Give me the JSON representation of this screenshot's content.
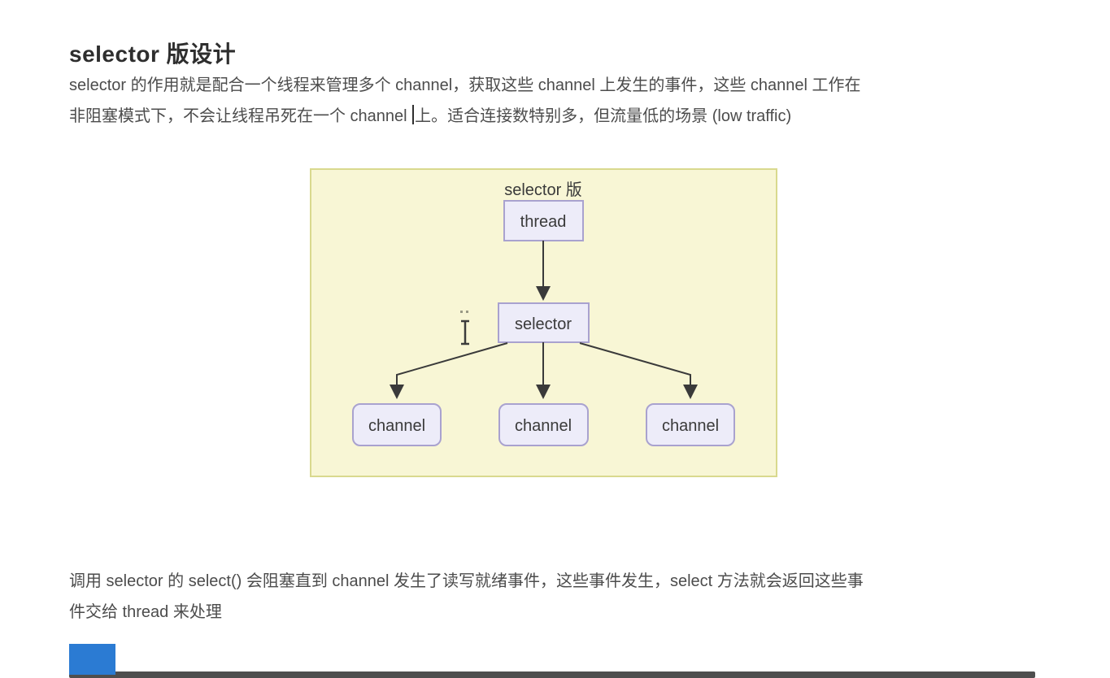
{
  "page": {
    "title": "selector 版设计"
  },
  "intro": {
    "line1": "selector 的作用就是配合一个线程来管理多个 channel，获取这些 channel 上发生的事件，这些 channel 工作在",
    "line2_before_caret": "非阻塞模式下，不会让线程吊死在一个 channel ",
    "line2_after_caret": "上。适合连接数特别多，但流量低的场景 (low traffic)"
  },
  "outro": {
    "line1": "调用 selector 的 select() 会阻塞直到 channel 发生了读写就绪事件，这些事件发生，select 方法就会返回这些事",
    "line2": "件交给 thread 来处理"
  },
  "diagram": {
    "label": "selector 版",
    "nodes": {
      "thread": "thread",
      "selector": "selector",
      "channel1": "channel",
      "channel2": "channel",
      "channel3": "channel"
    },
    "edges": [
      {
        "from": "thread",
        "to": "selector"
      },
      {
        "from": "selector",
        "to": "channel1"
      },
      {
        "from": "selector",
        "to": "channel2"
      },
      {
        "from": "selector",
        "to": "channel3"
      }
    ],
    "colors": {
      "panel_bg": "#f8f6d5",
      "panel_border": "#d9d98e",
      "node_bg": "#edecf9",
      "node_border": "#a9a2cf",
      "arrow": "#3a3a3a",
      "text": "#3a3a3a"
    }
  },
  "footer": {
    "blue_block_color": "#2b7bd3",
    "dark_bar_color": "#4e4e4e"
  }
}
